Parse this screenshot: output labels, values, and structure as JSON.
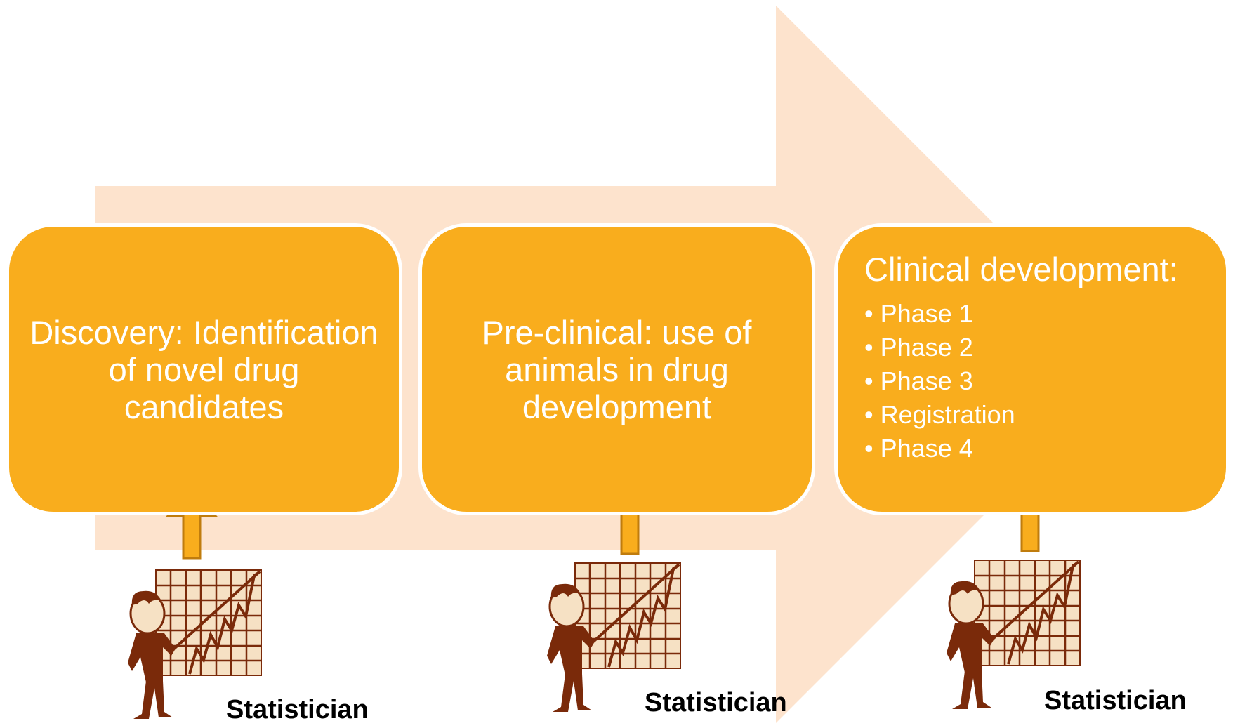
{
  "colors": {
    "big_arrow": "#fde3cd",
    "box_fill": "#f9ad1d",
    "small_arrow_fill": "#f9ad1d",
    "small_arrow_stroke": "#c07c0d",
    "figure": "#7a2a0a",
    "chart_board": "#f6e1c4",
    "chart_lines": "#7a2a0a"
  },
  "stages": [
    {
      "text": "Discovery: Identification of novel drug candidates"
    },
    {
      "text": "Pre-clinical: use of animals in drug development"
    },
    {
      "title": "Clinical development:",
      "items": [
        "Phase 1",
        "Phase 2",
        "Phase 3",
        "Registration",
        "Phase 4"
      ]
    }
  ],
  "statisticians": [
    {
      "label": "Statistician",
      "icon": "statistician-pointing-at-chart-icon"
    },
    {
      "label": "Statistician",
      "icon": "statistician-pointing-at-chart-icon"
    },
    {
      "label": "Statistician",
      "icon": "statistician-pointing-at-chart-icon"
    }
  ]
}
